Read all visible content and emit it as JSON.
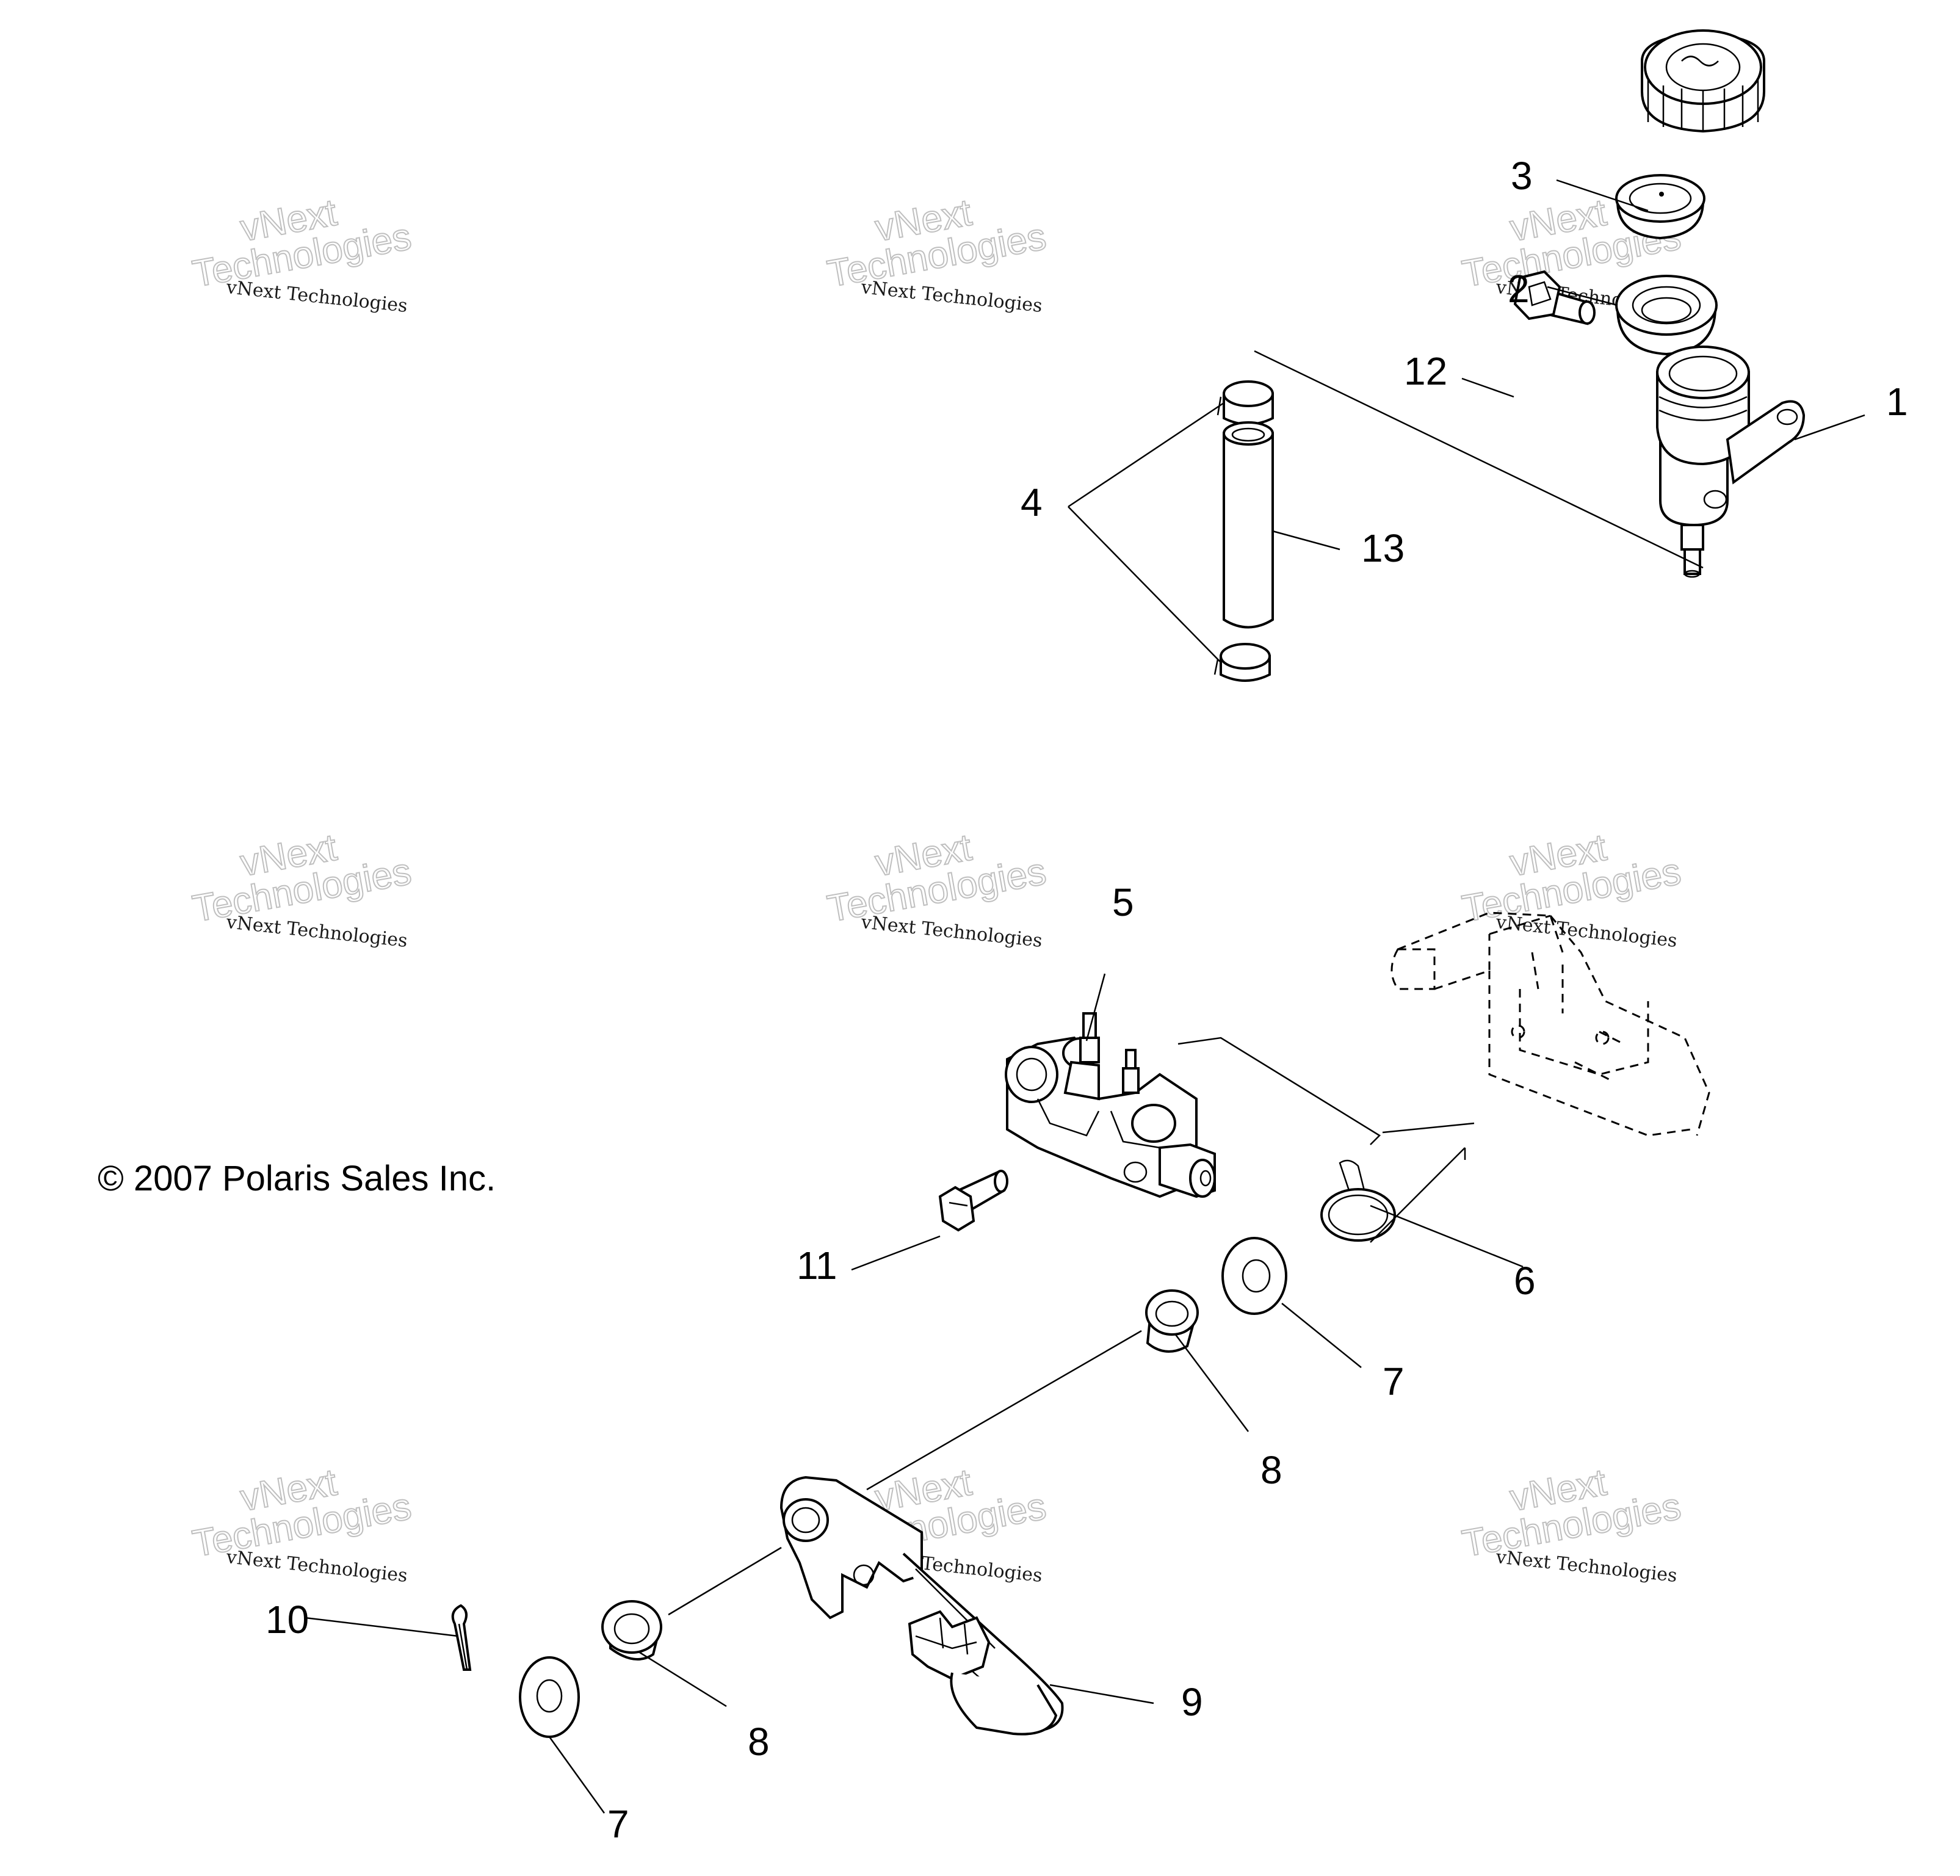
{
  "copyright": "© 2007 Polaris Sales Inc.",
  "watermark": {
    "line1": "vNext Technologies",
    "line2": "vNext",
    "line3": "Technologies"
  },
  "callouts": {
    "c1": "1",
    "c2": "2",
    "c3": "3",
    "c4": "4",
    "c5": "5",
    "c6": "6",
    "c7a": "7",
    "c7b": "7",
    "c8a": "8",
    "c8b": "8",
    "c9": "9",
    "c10": "10",
    "c11": "11",
    "c12": "12",
    "c13": "13"
  }
}
